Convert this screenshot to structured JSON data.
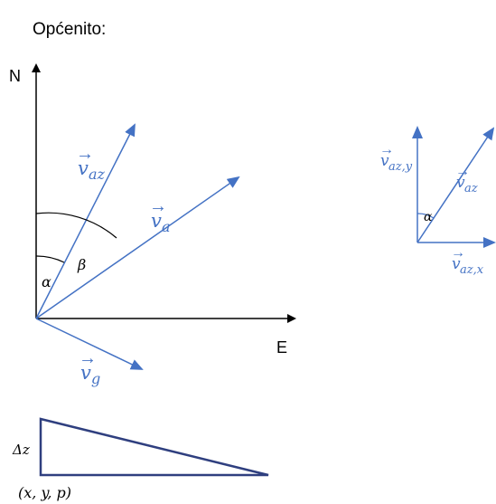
{
  "heading": "Općenito:",
  "main_diagram": {
    "north_label": "N",
    "east_label": "E",
    "vector_az": {
      "symbol": "v",
      "subscript": "az"
    },
    "vector_a": {
      "symbol": "v",
      "subscript": "a"
    },
    "vector_g": {
      "symbol": "v",
      "subscript": "g"
    },
    "angle_alpha": "α",
    "angle_beta": "β"
  },
  "component_diagram": {
    "vector_az": {
      "symbol": "v",
      "subscript": "az"
    },
    "vector_az_y": {
      "symbol": "v",
      "subscript": "az,y"
    },
    "vector_az_x": {
      "symbol": "v",
      "subscript": "az,x"
    },
    "angle_alpha": "α"
  },
  "slope_diagram": {
    "height_label": "Δz",
    "point_label": "(x, y, p)"
  },
  "colors": {
    "axis": "#000000",
    "vector": "#4472C4",
    "vector_label": "#4472C4",
    "triangle": "#2F3F7F",
    "text": "#000000"
  }
}
